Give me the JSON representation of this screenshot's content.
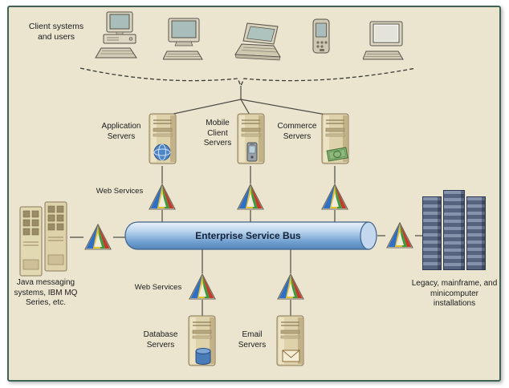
{
  "frame": {
    "background": "#ebe5d0",
    "border_color": "#3e6253"
  },
  "clients": {
    "label": "Client systems and users",
    "devices": [
      "desktop-computer",
      "crt-monitor",
      "laptop",
      "pda",
      "terminal"
    ]
  },
  "top_servers": [
    {
      "label": "Application Servers",
      "badge": "globe"
    },
    {
      "label": "Mobile Client Servers",
      "badge": "mobile-phone"
    },
    {
      "label": "Commerce Servers",
      "badge": "money"
    }
  ],
  "web_services_top_label": "Web Services",
  "web_services_bottom_label": "Web Services",
  "bus": {
    "label": "Enterprise Service Bus",
    "fill_top": "#eaf2fb",
    "fill_bottom": "#5585ba"
  },
  "left_system": {
    "label": "Java messaging systems, IBM MQ Series, etc."
  },
  "right_system": {
    "label": "Legacy, mainframe, and minicomputer installations"
  },
  "bottom_servers": [
    {
      "label": "Database Servers",
      "badge": "database"
    },
    {
      "label": "Email Servers",
      "badge": "email"
    }
  ]
}
